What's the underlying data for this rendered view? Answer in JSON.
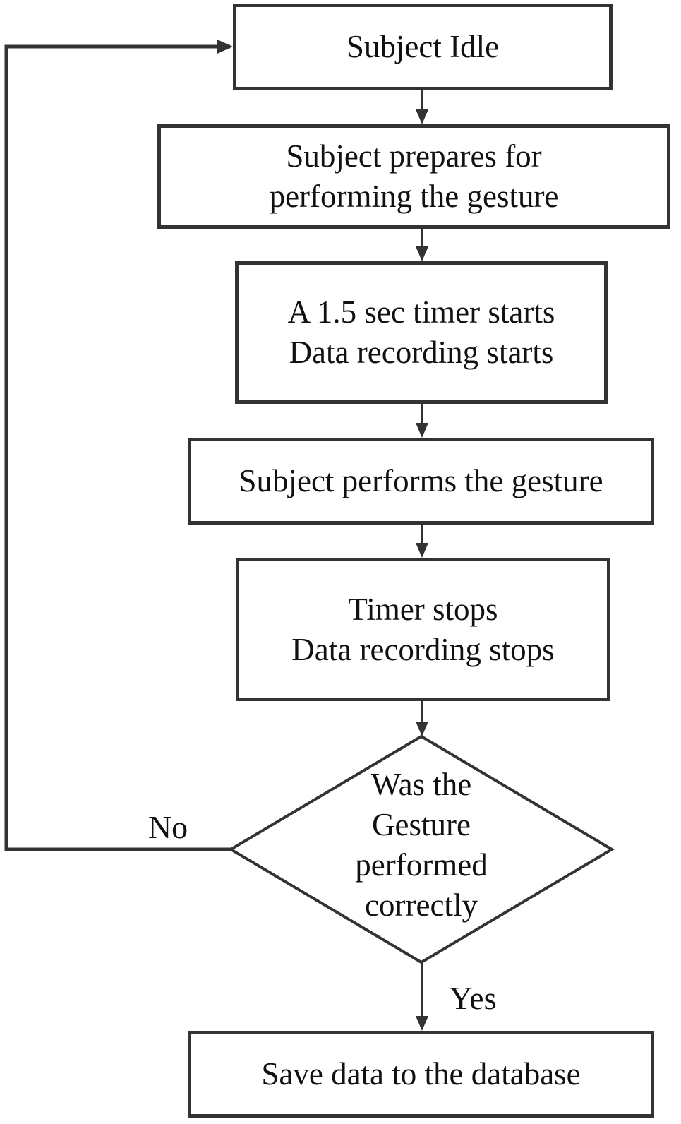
{
  "colors": {
    "stroke": "#333333",
    "text": "#111111",
    "background": "#ffffff"
  },
  "flowchart": {
    "type": "flowchart",
    "nodes": [
      {
        "id": "subject-idle",
        "shape": "rect",
        "label": "Subject Idle"
      },
      {
        "id": "prepare",
        "shape": "rect",
        "label": "Subject prepares for\nperforming the gesture"
      },
      {
        "id": "timer-start",
        "shape": "rect",
        "label": "A 1.5 sec timer starts\nData recording starts"
      },
      {
        "id": "perform",
        "shape": "rect",
        "label": "Subject performs the gesture"
      },
      {
        "id": "timer-stop",
        "shape": "rect",
        "label": "Timer stops\nData recording stops"
      },
      {
        "id": "decision",
        "shape": "diamond",
        "label": "Was the\nGesture\nperformed\ncorrectly"
      },
      {
        "id": "save",
        "shape": "rect",
        "label": "Save data to the database"
      }
    ],
    "edges": [
      {
        "from": "subject-idle",
        "to": "prepare",
        "label": ""
      },
      {
        "from": "prepare",
        "to": "timer-start",
        "label": ""
      },
      {
        "from": "timer-start",
        "to": "perform",
        "label": ""
      },
      {
        "from": "perform",
        "to": "timer-stop",
        "label": ""
      },
      {
        "from": "timer-stop",
        "to": "decision",
        "label": ""
      },
      {
        "from": "decision",
        "to": "save",
        "label": "Yes"
      },
      {
        "from": "decision",
        "to": "subject-idle",
        "label": "No"
      }
    ],
    "branch_labels": {
      "yes": "Yes",
      "no": "No"
    }
  }
}
